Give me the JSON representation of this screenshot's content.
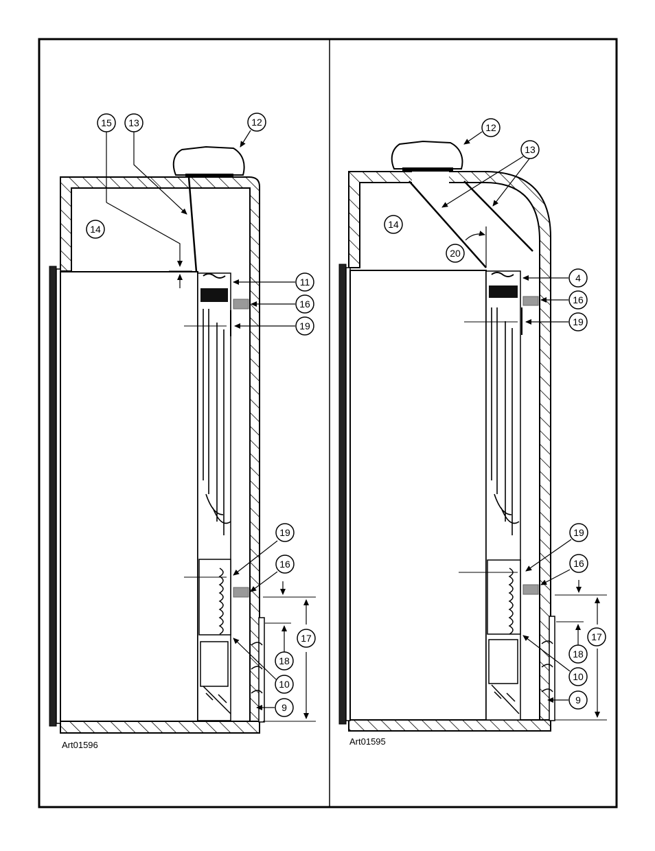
{
  "left_panel": {
    "art_code": "Art01596",
    "callouts": [
      "15",
      "13",
      "12",
      "14",
      "11",
      "16",
      "19",
      "19",
      "16",
      "17",
      "18",
      "10",
      "9"
    ]
  },
  "right_panel": {
    "art_code": "Art01595",
    "callouts": [
      "12",
      "13",
      "14",
      "20",
      "4",
      "16",
      "19",
      "19",
      "16",
      "17",
      "18",
      "10",
      "9"
    ]
  }
}
